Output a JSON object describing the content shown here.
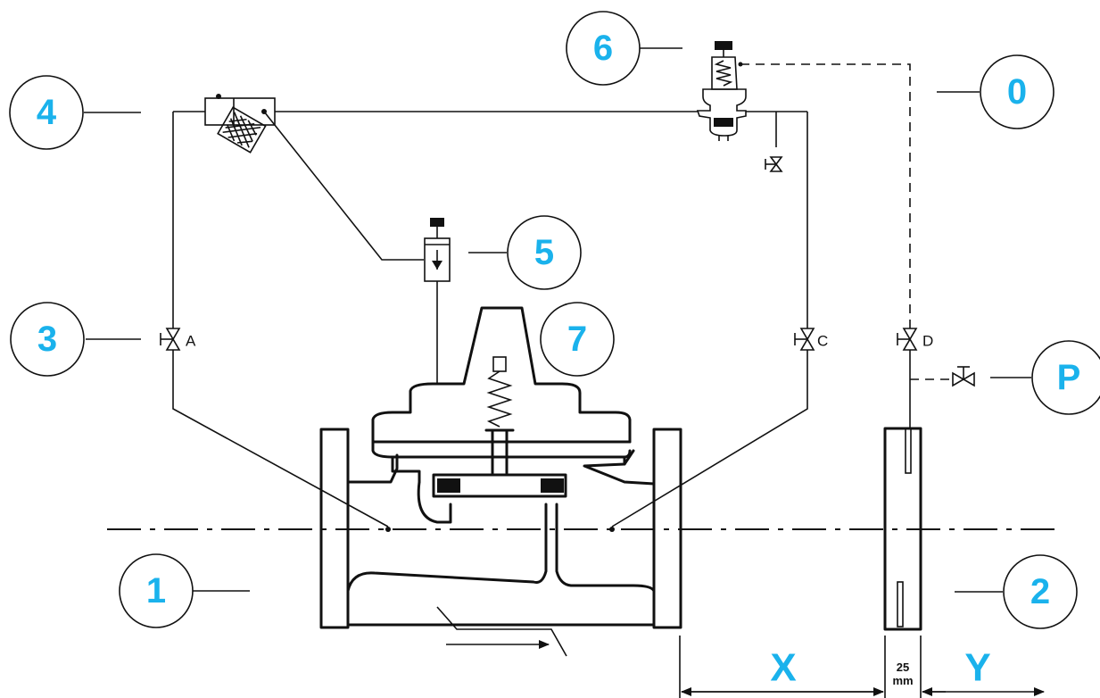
{
  "callouts": {
    "c0": "0",
    "c1": "1",
    "c2": "2",
    "c3": "3",
    "c4": "4",
    "c5": "5",
    "c6": "6",
    "c7": "7",
    "cP": "P"
  },
  "valves": {
    "a": "A",
    "c": "C",
    "d": "D"
  },
  "dimensions": {
    "x": "X",
    "y": "Y",
    "pipe_value": "25",
    "pipe_unit": "mm"
  },
  "colors": {
    "callout_text": "#1ab2ec",
    "line": "#111111"
  }
}
